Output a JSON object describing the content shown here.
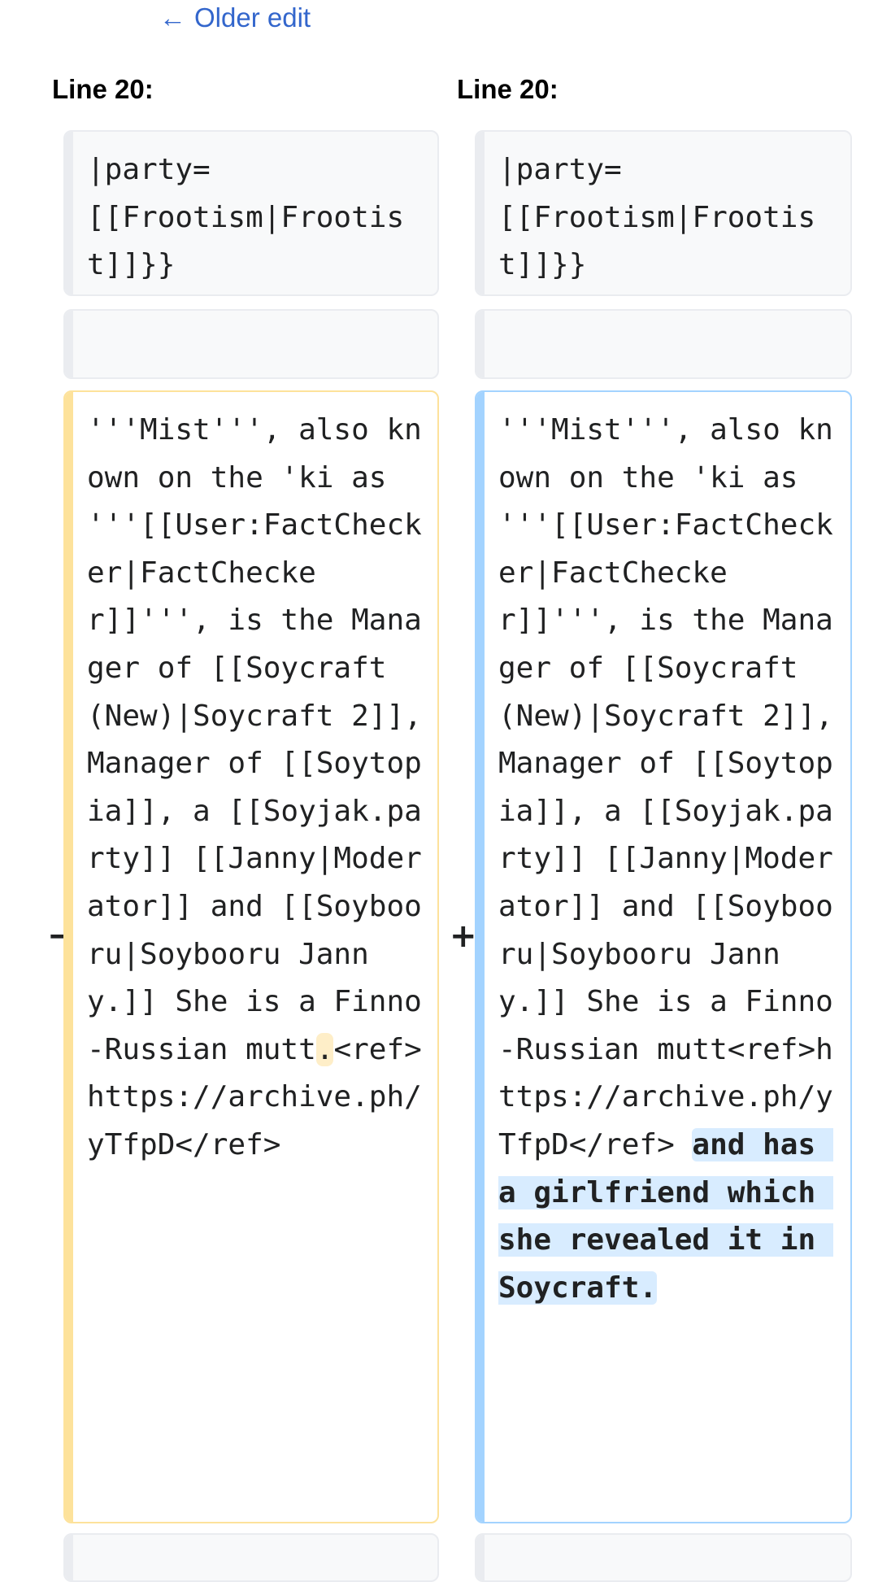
{
  "nav": {
    "older_edit_arrow": "←",
    "older_edit_label": "Older edit"
  },
  "headers": {
    "left": "Line 20:",
    "right": "Line 20:"
  },
  "context_top": {
    "left": "|party=\n[[Frootism|Frootist]]}}",
    "right": "|party=\n[[Frootism|Frootist]]}}"
  },
  "deleted": {
    "marker": "−",
    "text_before": "'''Mist''', also known on the 'ki as '''[[User:FactChecker|FactChecker]]''', is the Manager of [[Soycraft (New)|Soycraft 2]], Manager of [[Soytopia]], a [[Soyjak.party]] [[Janny|Moderator]] and [[Soybooru|Soybooru Janny.]] She is a Finno-Russian mutt",
    "text_changed": ".",
    "text_after": "<ref>https://archive.ph/yTfpD</ref>"
  },
  "added": {
    "marker": "+",
    "text_before": "'''Mist''', also known on the 'ki as '''[[User:FactChecker|FactChecker]]''', is the Manager of [[Soycraft (New)|Soycraft 2]], Manager of [[Soytopia]], a [[Soyjak.party]] [[Janny|Moderator]] and [[Soybooru|Soybooru Janny.]] She is a Finno-Russian mutt<ref>https://archive.ph/yTfpD</ref> ",
    "text_changed": "and has a girlfriend which she revealed it in Soycraft."
  },
  "colors": {
    "link": "#3366cc",
    "deleted_border": "#fde29b",
    "deleted_highlight": "#feeec8",
    "added_border": "#a3d3ff",
    "added_highlight": "#d8ecff",
    "context_background": "#f8f9fa"
  }
}
